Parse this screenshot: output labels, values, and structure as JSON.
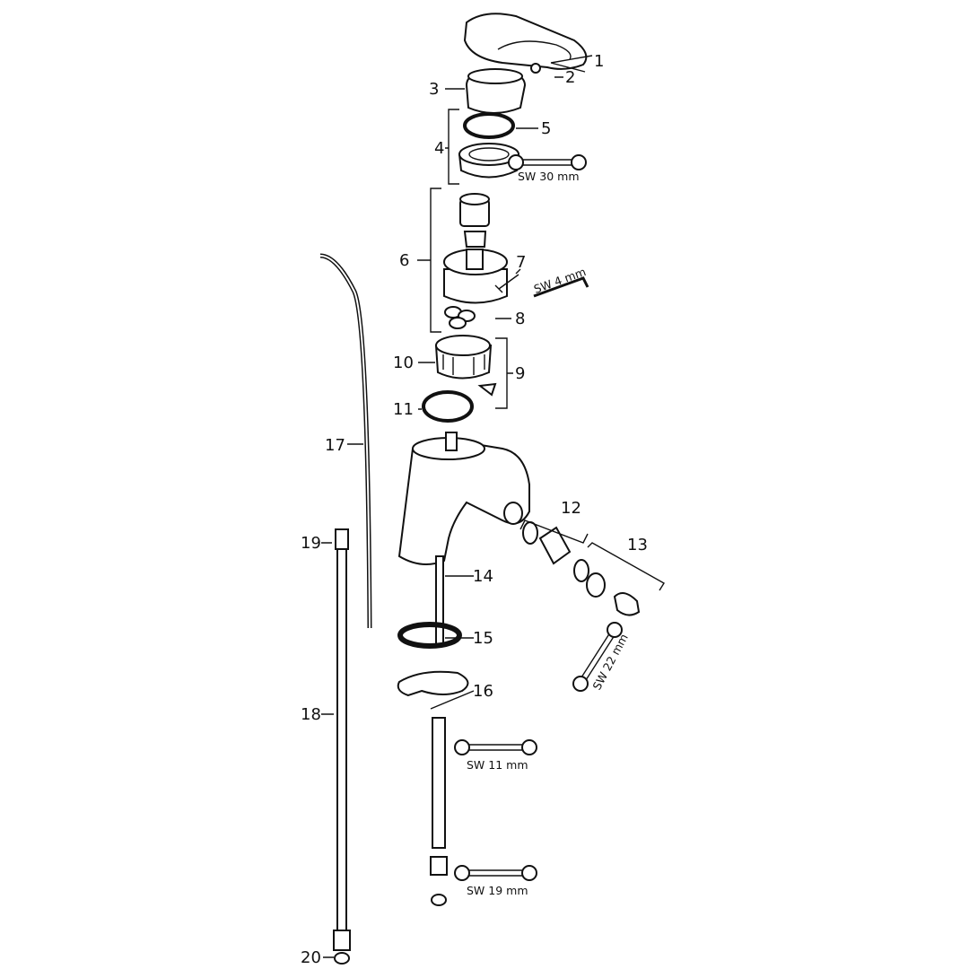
{
  "diagram": {
    "part_labels": [
      "1",
      "2",
      "3",
      "4",
      "5",
      "6",
      "7",
      "8",
      "9",
      "10",
      "11",
      "12",
      "13",
      "14",
      "15",
      "16",
      "17",
      "18",
      "19",
      "20"
    ],
    "tools": {
      "sw30": "SW 30 mm",
      "sw4": "SW 4 mm",
      "sw22": "SW 22 mm",
      "sw11": "SW 11 mm",
      "sw19": "SW 19 mm"
    }
  }
}
